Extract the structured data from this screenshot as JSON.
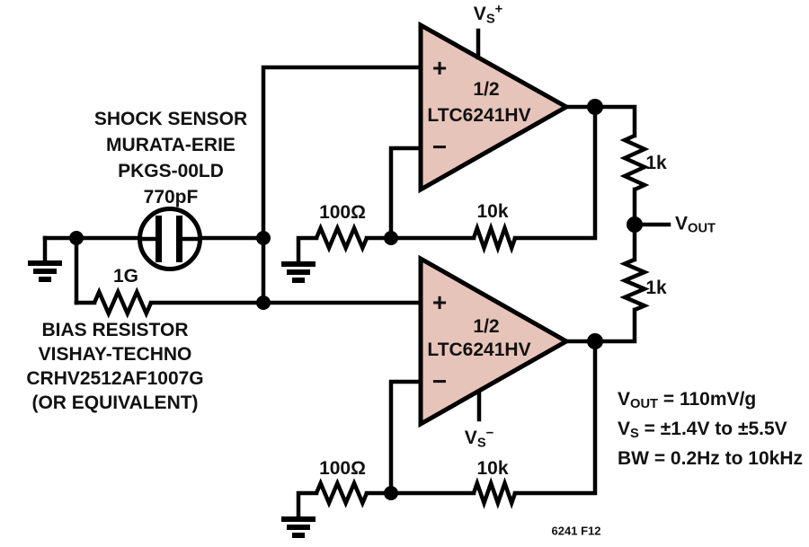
{
  "colors": {
    "background": "#ffffff",
    "line": "#000000",
    "amp_fill": "#e7c4b9",
    "text": "#111111"
  },
  "sensor": {
    "lines": [
      "SHOCK SENSOR",
      "MURATA-ERIE",
      "PKGS-00LD",
      "770pF"
    ]
  },
  "bias": {
    "value": "1G",
    "lines": [
      "BIAS RESISTOR",
      "VISHAY-TECHNO",
      "CRHV2512AF1007G",
      "(OR EQUIVALENT)"
    ]
  },
  "amps": {
    "top": {
      "fraction": "1/2",
      "part": "LTC6241HV",
      "plus": "+",
      "minus": "−",
      "supply": {
        "base": "V",
        "sub": "S",
        "sup": "+"
      }
    },
    "bottom": {
      "fraction": "1/2",
      "part": "LTC6241HV",
      "plus": "+",
      "minus": "−",
      "supply": {
        "base": "V",
        "sub": "S",
        "sup": "−"
      }
    }
  },
  "resistors": {
    "input_top": "100Ω",
    "feedback_top": "10k",
    "input_bottom": "100Ω",
    "feedback_bottom": "10k",
    "divider_top": "1k",
    "divider_bottom": "1k"
  },
  "output": {
    "base": "V",
    "sub": "OUT"
  },
  "notes": [
    {
      "base": "V",
      "sub": "OUT",
      "rest": " = 110mV/g"
    },
    {
      "base": "V",
      "sub": "S",
      "rest": " = ±1.4V to ±5.5V"
    },
    {
      "base": "BW",
      "sub": "",
      "rest": " = 0.2Hz to 10kHz"
    }
  ],
  "figure_label": "6241 F12"
}
